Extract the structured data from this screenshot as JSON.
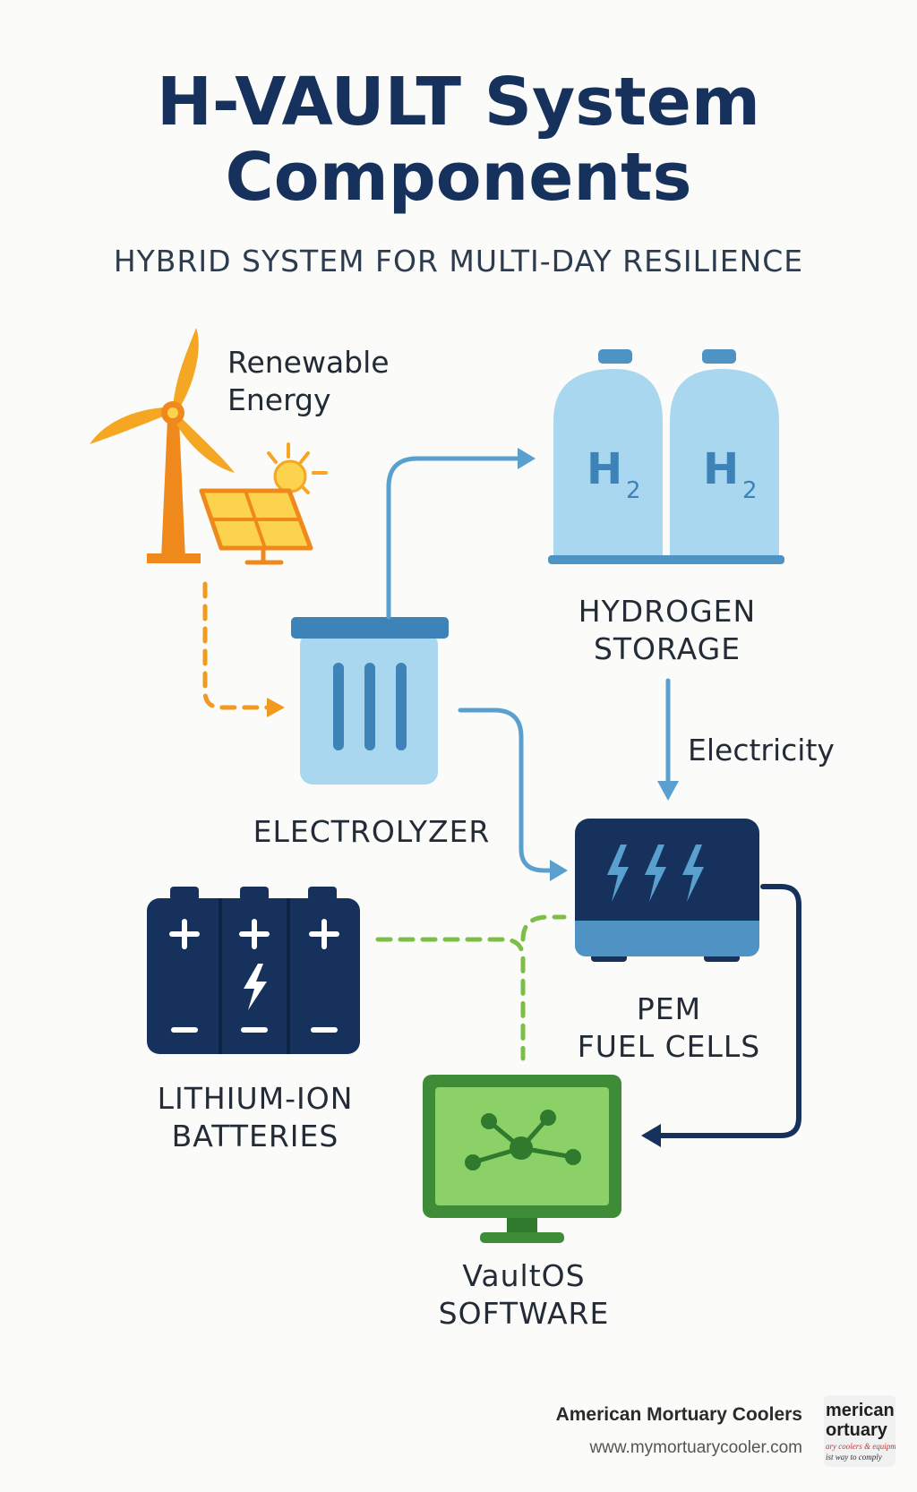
{
  "title": {
    "line1": "H-VAULT System",
    "line2": "Components"
  },
  "subtitle": "HYBRID SYSTEM FOR MULTI-DAY RESILIENCE",
  "components": {
    "renewable": {
      "line1": "Renewable",
      "line2": "Energy"
    },
    "hydrogen_storage": {
      "line1": "HYDROGEN",
      "line2": "STORAGE",
      "tank_label": "H",
      "tank_subscript": "2"
    },
    "electrolyzer": {
      "label": "ELECTROLYZER"
    },
    "fuel_cells": {
      "line1": "PEM",
      "line2": "FUEL CELLS"
    },
    "batteries": {
      "line1": "LITHIUM-ION",
      "line2": "BATTERIES"
    },
    "software": {
      "line1": "VaultOS",
      "line2": "SOFTWARE"
    }
  },
  "flow_labels": {
    "electricity": "Electricity"
  },
  "footer": {
    "brand": "American Mortuary Coolers",
    "url": "www.mymortuarycooler.com",
    "logo_line1": "merican",
    "logo_line2": "ortuary",
    "logo_line3": "ary coolers & equipment",
    "logo_line4": "ist way to comply"
  },
  "colors": {
    "navy": "#16325c",
    "light_blue": "#a4d5ee",
    "mid_blue": "#5aa0cf",
    "orange": "#f29a1f",
    "green": "#7cbe46",
    "dark_green": "#3e8c37"
  }
}
